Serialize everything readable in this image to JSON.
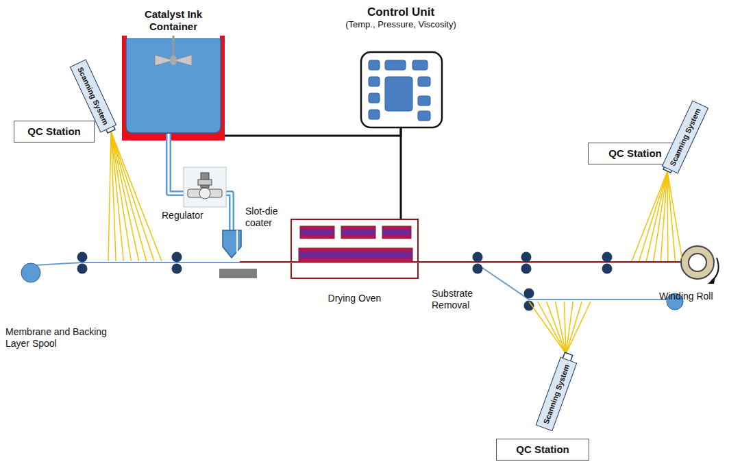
{
  "diagram": {
    "nodes": [
      {
        "text": [
          "Catalyst Ink Container"
        ]
      },
      {
        "text": [
          "Control Unit",
          "(Temp., Pressure, Viscosity)"
        ]
      },
      {
        "text": [
          "QC Station"
        ]
      },
      {
        "text": [
          "Scanning System"
        ]
      },
      {
        "text": [
          "QC Station"
        ]
      },
      {
        "text": [
          "Scanning System"
        ]
      },
      {
        "text": [
          "Drying Oven"
        ]
      },
      {
        "text": [
          "QC Station"
        ]
      },
      {
        "text": [
          "Scanning System"
        ]
      }
    ],
    "edges": [
      {
        "from": 0,
        "to": 1,
        "arrow": "none"
      },
      {
        "from": 1,
        "to": 6,
        "arrow": "none"
      }
    ],
    "labels": [
      "Regulator",
      "Slot-die coater",
      "Substrate Removal",
      "Winding Roll",
      "Membrane and Backing Layer Spool"
    ]
  }
}
